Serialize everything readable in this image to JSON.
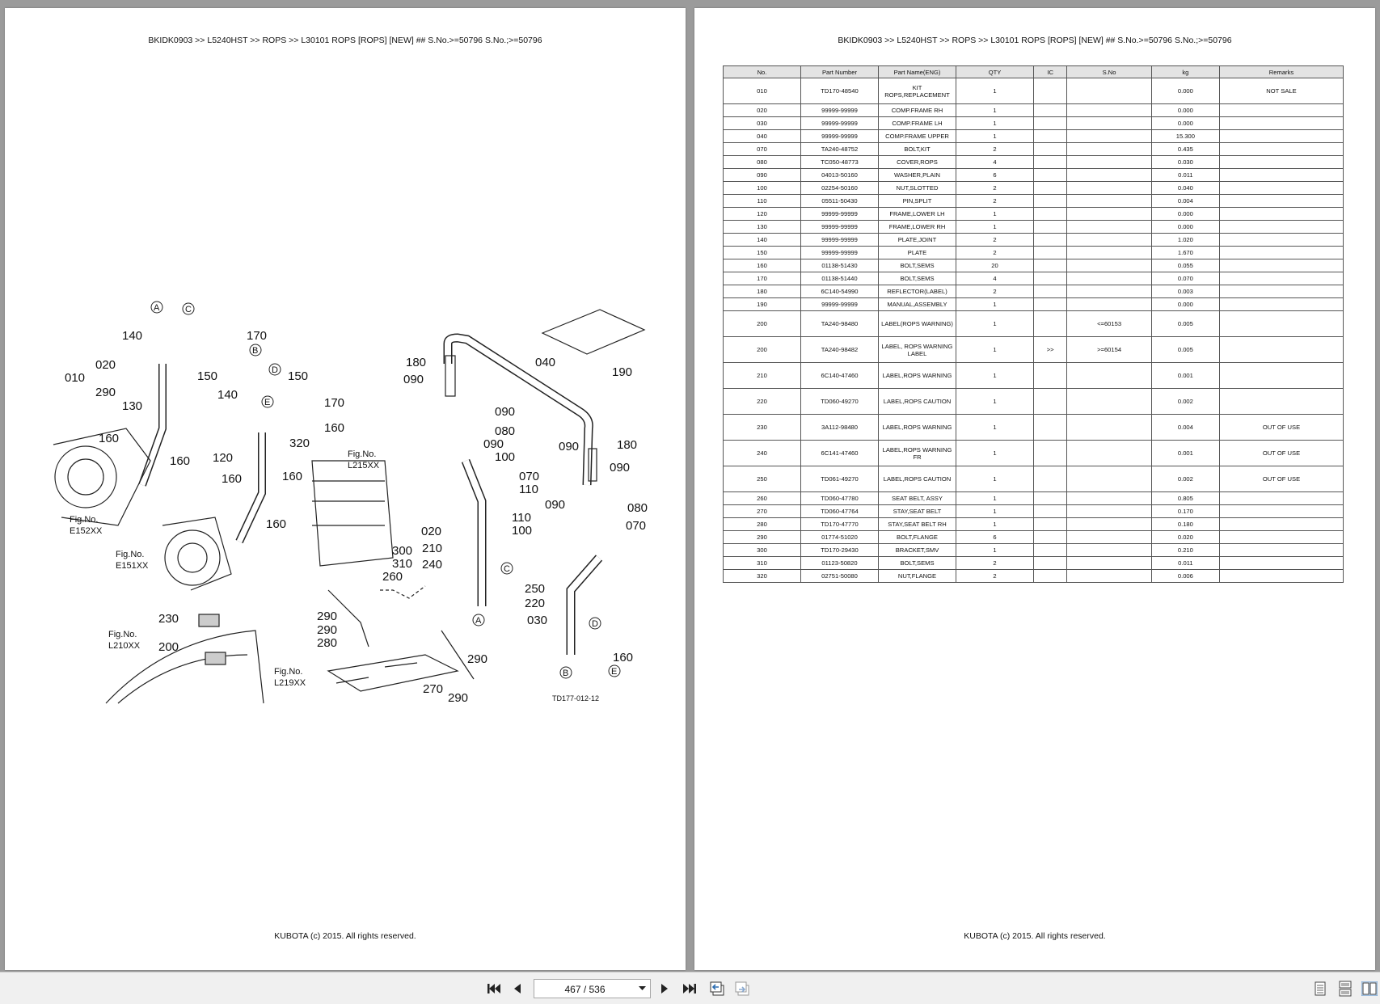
{
  "viewer": {
    "page_indicator": "467 / 536"
  },
  "left_page": {
    "header": "BKIDK0903 >> L5240HST >> ROPS >> L30101   ROPS [ROPS] [NEW] ## S.No.>=50796 S.No.;>=50796",
    "footer": "KUBOTA (c) 2015. All rights reserved.",
    "diagram": {
      "code": "TD177-012-12",
      "fig_refs": [
        "Fig.No.",
        "E152XX",
        "E151XX",
        "L215XX",
        "L210XX",
        "L219XX"
      ],
      "callouts": [
        "A",
        "B",
        "C",
        "D",
        "E"
      ]
    }
  },
  "right_page": {
    "header": "BKIDK0903 >> L5240HST >> ROPS >> L30101   ROPS [ROPS] [NEW] ## S.No.>=50796 S.No.;>=50796",
    "footer": "KUBOTA (c) 2015. All rights reserved.",
    "table": {
      "columns": [
        "No.",
        "Part Number",
        "Part Name(ENG)",
        "QTY",
        "IC",
        "S.No",
        "kg",
        "Remarks"
      ],
      "rows": [
        {
          "no": "010",
          "pn": "TD170-48540",
          "name": "KIT ROPS,REPLACEMENT",
          "qty": "1",
          "ic": "",
          "sno": "",
          "kg": "0.000",
          "remarks": "NOT SALE",
          "tall": true
        },
        {
          "no": "020",
          "pn": "99999-99999",
          "name": "COMP.FRAME RH",
          "qty": "1",
          "ic": "",
          "sno": "",
          "kg": "0.000",
          "remarks": ""
        },
        {
          "no": "030",
          "pn": "99999-99999",
          "name": "COMP.FRAME LH",
          "qty": "1",
          "ic": "",
          "sno": "",
          "kg": "0.000",
          "remarks": ""
        },
        {
          "no": "040",
          "pn": "99999-99999",
          "name": "COMP.FRAME UPPER",
          "qty": "1",
          "ic": "",
          "sno": "",
          "kg": "15.300",
          "remarks": ""
        },
        {
          "no": "070",
          "pn": "TA240-48752",
          "name": "BOLT,KIT",
          "qty": "2",
          "ic": "",
          "sno": "",
          "kg": "0.435",
          "remarks": ""
        },
        {
          "no": "080",
          "pn": "TC050-48773",
          "name": "COVER,ROPS",
          "qty": "4",
          "ic": "",
          "sno": "",
          "kg": "0.030",
          "remarks": ""
        },
        {
          "no": "090",
          "pn": "04013-50160",
          "name": "WASHER,PLAIN",
          "qty": "6",
          "ic": "",
          "sno": "",
          "kg": "0.011",
          "remarks": ""
        },
        {
          "no": "100",
          "pn": "02254-50160",
          "name": "NUT,SLOTTED",
          "qty": "2",
          "ic": "",
          "sno": "",
          "kg": "0.040",
          "remarks": ""
        },
        {
          "no": "110",
          "pn": "05511-50430",
          "name": "PIN,SPLIT",
          "qty": "2",
          "ic": "",
          "sno": "",
          "kg": "0.004",
          "remarks": ""
        },
        {
          "no": "120",
          "pn": "99999-99999",
          "name": "FRAME,LOWER LH",
          "qty": "1",
          "ic": "",
          "sno": "",
          "kg": "0.000",
          "remarks": ""
        },
        {
          "no": "130",
          "pn": "99999-99999",
          "name": "FRAME,LOWER RH",
          "qty": "1",
          "ic": "",
          "sno": "",
          "kg": "0.000",
          "remarks": ""
        },
        {
          "no": "140",
          "pn": "99999-99999",
          "name": "PLATE,JOINT",
          "qty": "2",
          "ic": "",
          "sno": "",
          "kg": "1.020",
          "remarks": ""
        },
        {
          "no": "150",
          "pn": "99999-99999",
          "name": "PLATE",
          "qty": "2",
          "ic": "",
          "sno": "",
          "kg": "1.670",
          "remarks": ""
        },
        {
          "no": "160",
          "pn": "01138-51430",
          "name": "BOLT,SEMS",
          "qty": "20",
          "ic": "",
          "sno": "",
          "kg": "0.055",
          "remarks": ""
        },
        {
          "no": "170",
          "pn": "01138-51440",
          "name": "BOLT,SEMS",
          "qty": "4",
          "ic": "",
          "sno": "",
          "kg": "0.070",
          "remarks": ""
        },
        {
          "no": "180",
          "pn": "6C140-54990",
          "name": "REFLECTOR(LABEL)",
          "qty": "2",
          "ic": "",
          "sno": "",
          "kg": "0.003",
          "remarks": ""
        },
        {
          "no": "190",
          "pn": "99999-99999",
          "name": "MANUAL,ASSEMBLY",
          "qty": "1",
          "ic": "",
          "sno": "",
          "kg": "0.000",
          "remarks": ""
        },
        {
          "no": "200",
          "pn": "TA240-98480",
          "name": "LABEL(ROPS WARNING)",
          "qty": "1",
          "ic": "",
          "sno": "<=60153",
          "kg": "0.005",
          "remarks": "",
          "tall": true
        },
        {
          "no": "200",
          "pn": "TA240-98482",
          "name": "LABEL, ROPS WARNING LABEL",
          "qty": "1",
          "ic": ">>",
          "sno": ">=60154",
          "kg": "0.005",
          "remarks": "",
          "tall": true
        },
        {
          "no": "210",
          "pn": "6C140-47460",
          "name": "LABEL,ROPS WARNING",
          "qty": "1",
          "ic": "",
          "sno": "",
          "kg": "0.001",
          "remarks": "",
          "tall": true
        },
        {
          "no": "220",
          "pn": "TD060-49270",
          "name": "LABEL,ROPS CAUTION",
          "qty": "1",
          "ic": "",
          "sno": "",
          "kg": "0.002",
          "remarks": "",
          "tall": true
        },
        {
          "no": "230",
          "pn": "3A112-98480",
          "name": "LABEL,ROPS WARNING",
          "qty": "1",
          "ic": "",
          "sno": "",
          "kg": "0.004",
          "remarks": "OUT OF USE",
          "tall": true
        },
        {
          "no": "240",
          "pn": "6C141-47460",
          "name": "LABEL,ROPS WARNING FR",
          "qty": "1",
          "ic": "",
          "sno": "",
          "kg": "0.001",
          "remarks": "OUT OF USE",
          "tall": true
        },
        {
          "no": "250",
          "pn": "TD061-49270",
          "name": "LABEL,ROPS CAUTION",
          "qty": "1",
          "ic": "",
          "sno": "",
          "kg": "0.002",
          "remarks": "OUT OF USE",
          "tall": true
        },
        {
          "no": "260",
          "pn": "TD060-47780",
          "name": "SEAT BELT, ASSY",
          "qty": "1",
          "ic": "",
          "sno": "",
          "kg": "0.805",
          "remarks": ""
        },
        {
          "no": "270",
          "pn": "TD060-47764",
          "name": "STAY,SEAT BELT",
          "qty": "1",
          "ic": "",
          "sno": "",
          "kg": "0.170",
          "remarks": ""
        },
        {
          "no": "280",
          "pn": "TD170-47770",
          "name": "STAY,SEAT BELT RH",
          "qty": "1",
          "ic": "",
          "sno": "",
          "kg": "0.180",
          "remarks": ""
        },
        {
          "no": "290",
          "pn": "01774-51020",
          "name": "BOLT,FLANGE",
          "qty": "6",
          "ic": "",
          "sno": "",
          "kg": "0.020",
          "remarks": ""
        },
        {
          "no": "300",
          "pn": "TD170-29430",
          "name": "BRACKET,SMV",
          "qty": "1",
          "ic": "",
          "sno": "",
          "kg": "0.210",
          "remarks": ""
        },
        {
          "no": "310",
          "pn": "01123-50820",
          "name": "BOLT,SEMS",
          "qty": "2",
          "ic": "",
          "sno": "",
          "kg": "0.011",
          "remarks": ""
        },
        {
          "no": "320",
          "pn": "02751-50080",
          "name": "NUT,FLANGE",
          "qty": "2",
          "ic": "",
          "sno": "",
          "kg": "0.006",
          "remarks": ""
        }
      ]
    }
  },
  "icons": {
    "first": "first-page-icon",
    "prev": "previous-page-icon",
    "next": "next-page-icon",
    "last": "last-page-icon",
    "back_view": "previous-view-icon",
    "forward_view": "next-view-icon",
    "single": "single-page-icon",
    "continuous": "continuous-page-icon",
    "facing": "facing-pages-icon"
  },
  "colors": {
    "background": "#9b9b9b",
    "toolbar": "#f0f0f0",
    "table_header": "#e3e3e3",
    "accent": "#2b6cb0"
  }
}
